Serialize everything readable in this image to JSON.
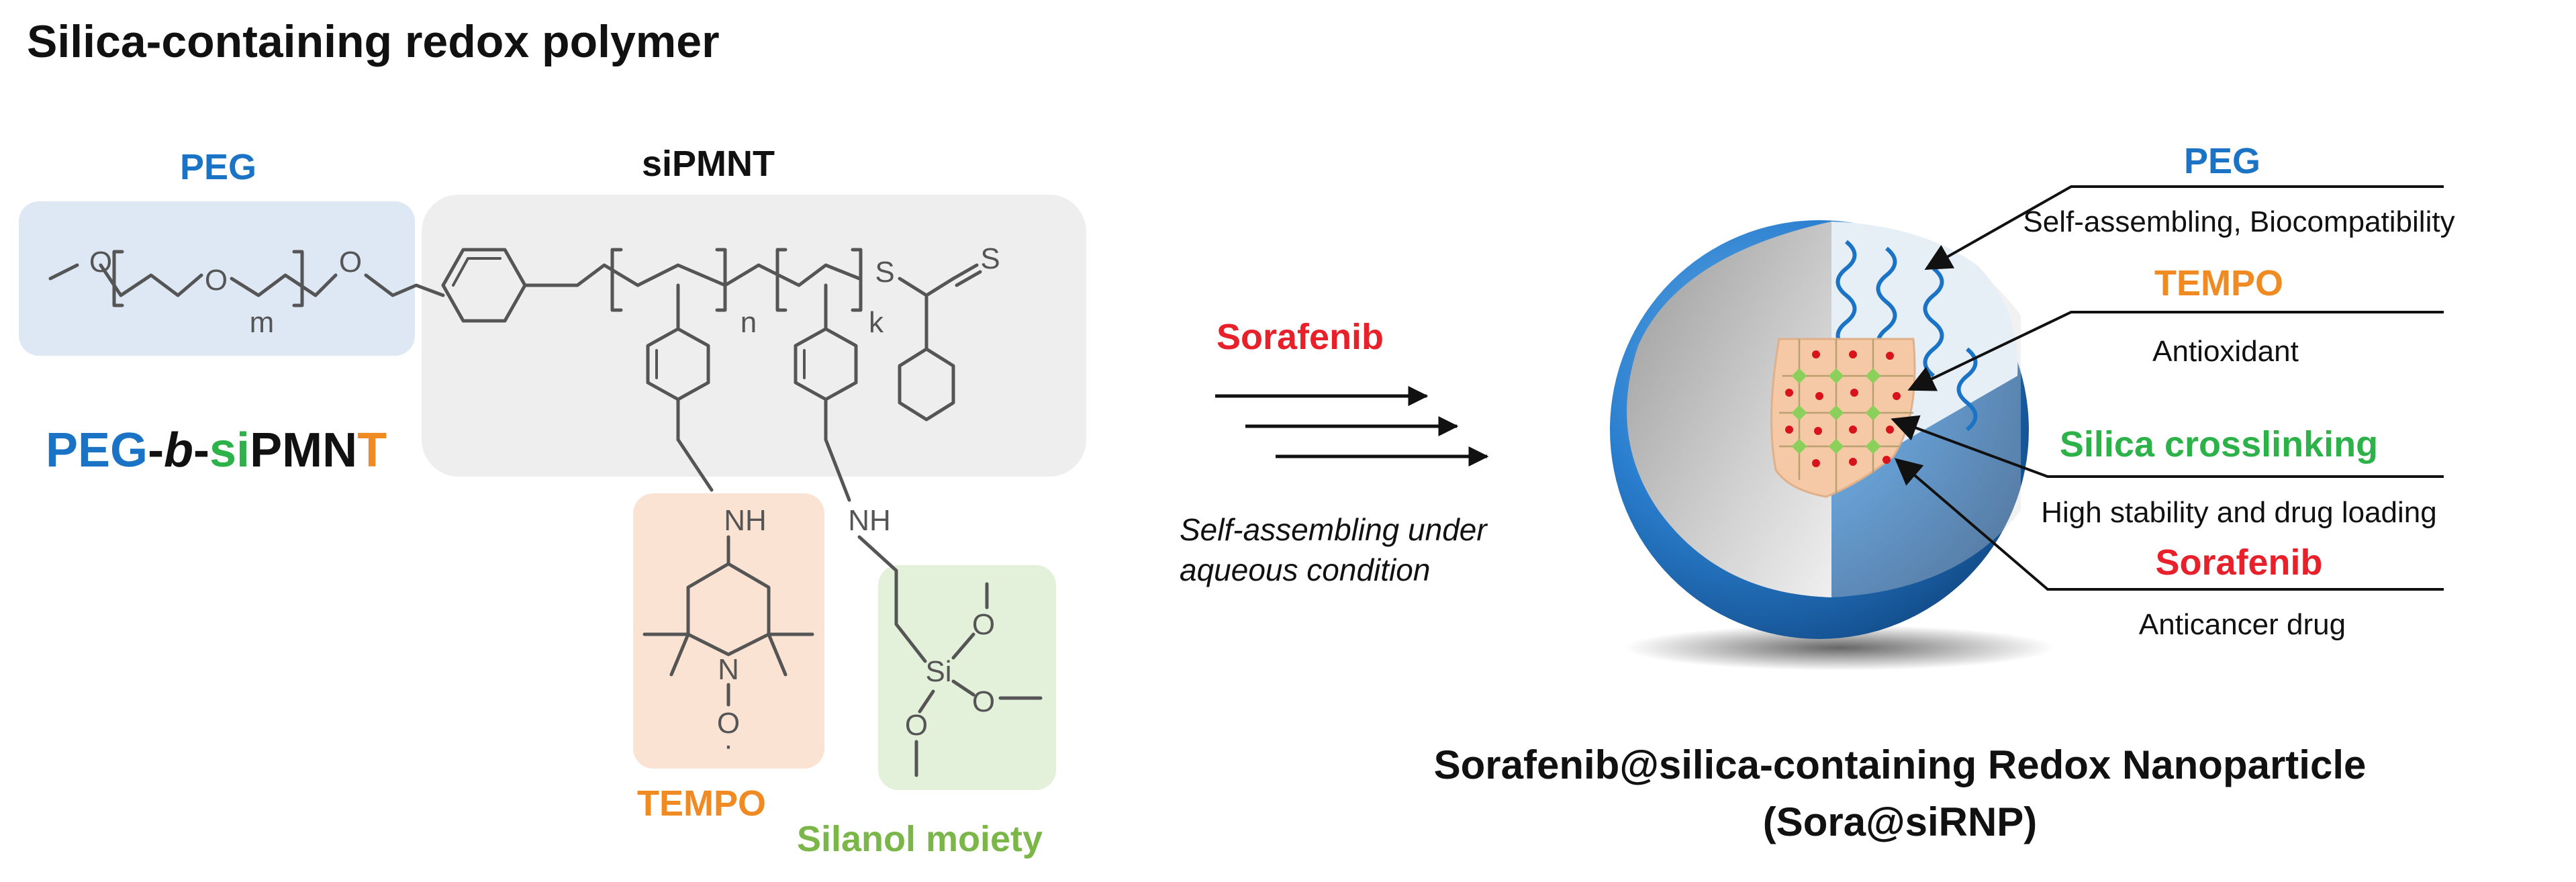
{
  "title": "Silica-containing redox polymer",
  "polymer": {
    "peg_label": "PEG",
    "sipmnt_label": "siPMNT",
    "name_parts": [
      "PEG",
      "-",
      "b",
      "-",
      "si",
      "PMN",
      "T"
    ],
    "tempo_label": "TEMPO",
    "silanol_label": "Silanol moiety",
    "atoms": {
      "o": "O",
      "m": "m",
      "n": "n",
      "k": "k",
      "s": "S",
      "nh": "NH",
      "n_atom": "N",
      "o_rad": "O",
      "dot": "·",
      "si": "Si"
    }
  },
  "process": {
    "drug_label": "Sorafenib",
    "condition_line1": "Self-assembling under",
    "condition_line2": "aqueous condition"
  },
  "nanoparticle": {
    "callouts": [
      {
        "title": "PEG",
        "desc": "Self-assembling, Biocompatibility"
      },
      {
        "title": "TEMPO",
        "desc": "Antioxidant"
      },
      {
        "title": "Silica crosslinking",
        "desc": "High stability and drug loading"
      },
      {
        "title": "Sorafenib",
        "desc": "Anticancer drug"
      }
    ],
    "name_line1": "Sorafenib@silica-containing Redox Nanoparticle",
    "name_line2": "(Sora@siRNP)"
  },
  "colors": {
    "peg_blue": "#1a73c4",
    "tempo_orange": "#f08a23",
    "silica_green": "#2db24a",
    "silanol_green": "#7ab648",
    "sorafenib_red": "#e8202a",
    "text_black": "#111111"
  }
}
